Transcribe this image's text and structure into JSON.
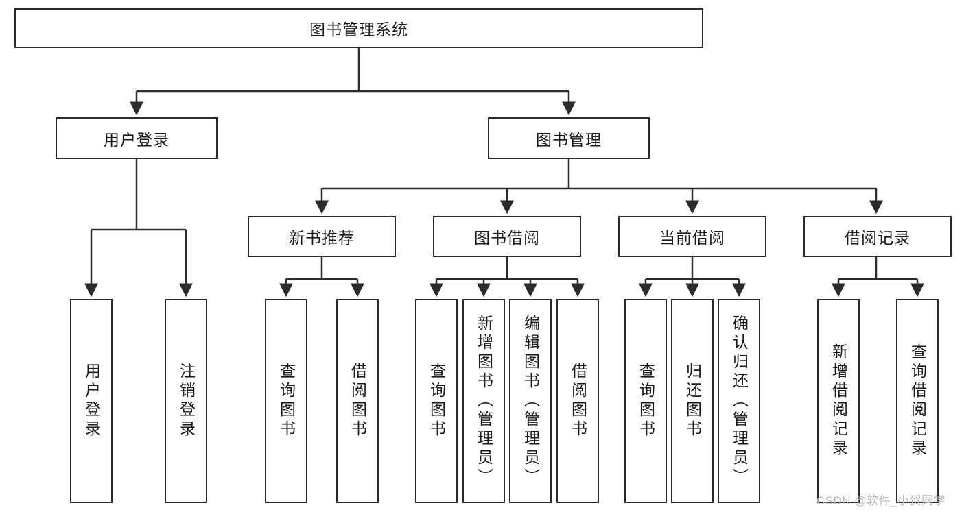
{
  "diagram": {
    "title": "图书管理系统",
    "type": "hierarchy-tree",
    "orientation": "top-down",
    "root": {
      "label": "图书管理系统",
      "name": "root-node"
    },
    "level2": [
      {
        "label": "用户登录",
        "name": "node-user-login"
      },
      {
        "label": "图书管理",
        "name": "node-book-management"
      }
    ],
    "level3": [
      {
        "label": "新书推荐",
        "name": "node-new-book-recommend"
      },
      {
        "label": "图书借阅",
        "name": "node-book-borrow"
      },
      {
        "label": "当前借阅",
        "name": "node-current-borrow"
      },
      {
        "label": "借阅记录",
        "name": "node-borrow-record"
      }
    ],
    "leaves": {
      "user_login": [
        {
          "label": "用户登录",
          "name": "leaf-user-login"
        },
        {
          "label": "注销登录",
          "name": "leaf-logout"
        }
      ],
      "new_book_recommend": [
        {
          "label": "查询图书",
          "name": "leaf-query-book-1"
        },
        {
          "label": "借阅图书",
          "name": "leaf-borrow-book-1"
        }
      ],
      "book_borrow": [
        {
          "label": "查询图书",
          "name": "leaf-query-book-2"
        },
        {
          "label": "新增图书（管理员）",
          "name": "leaf-add-book-admin"
        },
        {
          "label": "编辑图书（管理员）",
          "name": "leaf-edit-book-admin"
        },
        {
          "label": "借阅图书",
          "name": "leaf-borrow-book-2"
        }
      ],
      "current_borrow": [
        {
          "label": "查询图书",
          "name": "leaf-query-book-3"
        },
        {
          "label": "归还图书",
          "name": "leaf-return-book"
        },
        {
          "label": "确认归还（管理员）",
          "name": "leaf-confirm-return-admin"
        }
      ],
      "borrow_record": [
        {
          "label": "新增借阅记录",
          "name": "leaf-add-borrow-record"
        },
        {
          "label": "查询借阅记录",
          "name": "leaf-query-borrow-record"
        }
      ]
    },
    "watermark": "CSDN @软件_小贺同学",
    "colors": {
      "stroke": "#2b2b2b",
      "fill": "#ffffff",
      "text": "#1a1a1a",
      "watermark": "#b8b8b8"
    }
  }
}
